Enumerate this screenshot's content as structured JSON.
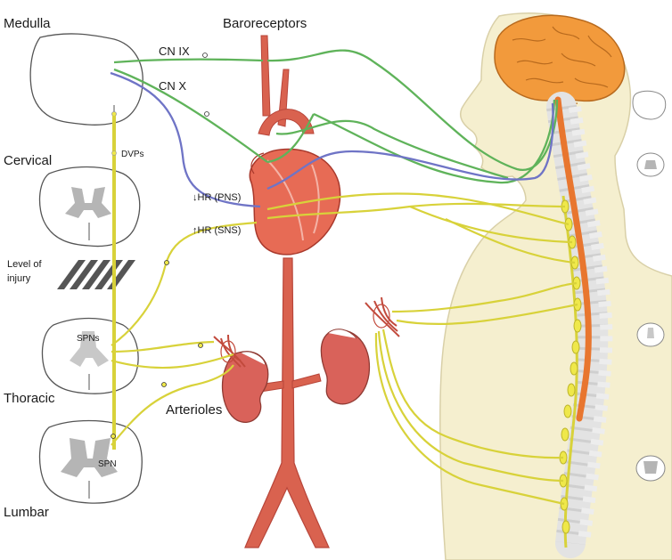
{
  "labels": {
    "medulla": "Medulla",
    "cervical": "Cervical",
    "level_of": "Level of",
    "injury": "injury",
    "thoracic": "Thoracic",
    "lumbar": "Lumbar",
    "dvps": "DVPs",
    "spns": "SPNs",
    "spn": "SPN",
    "baroreceptors": "Baroreceptors",
    "cn_ix": "CN IX",
    "cn_x": "CN X",
    "hr_pns": "↓HR (PNS)",
    "hr_sns": "↑HR (SNS)",
    "arterioles": "Arterioles"
  },
  "colors": {
    "green": "#5fb35a",
    "blue": "#6f74c6",
    "yellow": "#d8d23a",
    "yellow_node": "#efe84a",
    "artery": "#d9624f",
    "artery_dark": "#b8463a",
    "brain": "#f29a3c",
    "spinal_cord": "#e8762f",
    "body_tan": "#f5efcf",
    "gray_matter": "#b5b5b5"
  }
}
